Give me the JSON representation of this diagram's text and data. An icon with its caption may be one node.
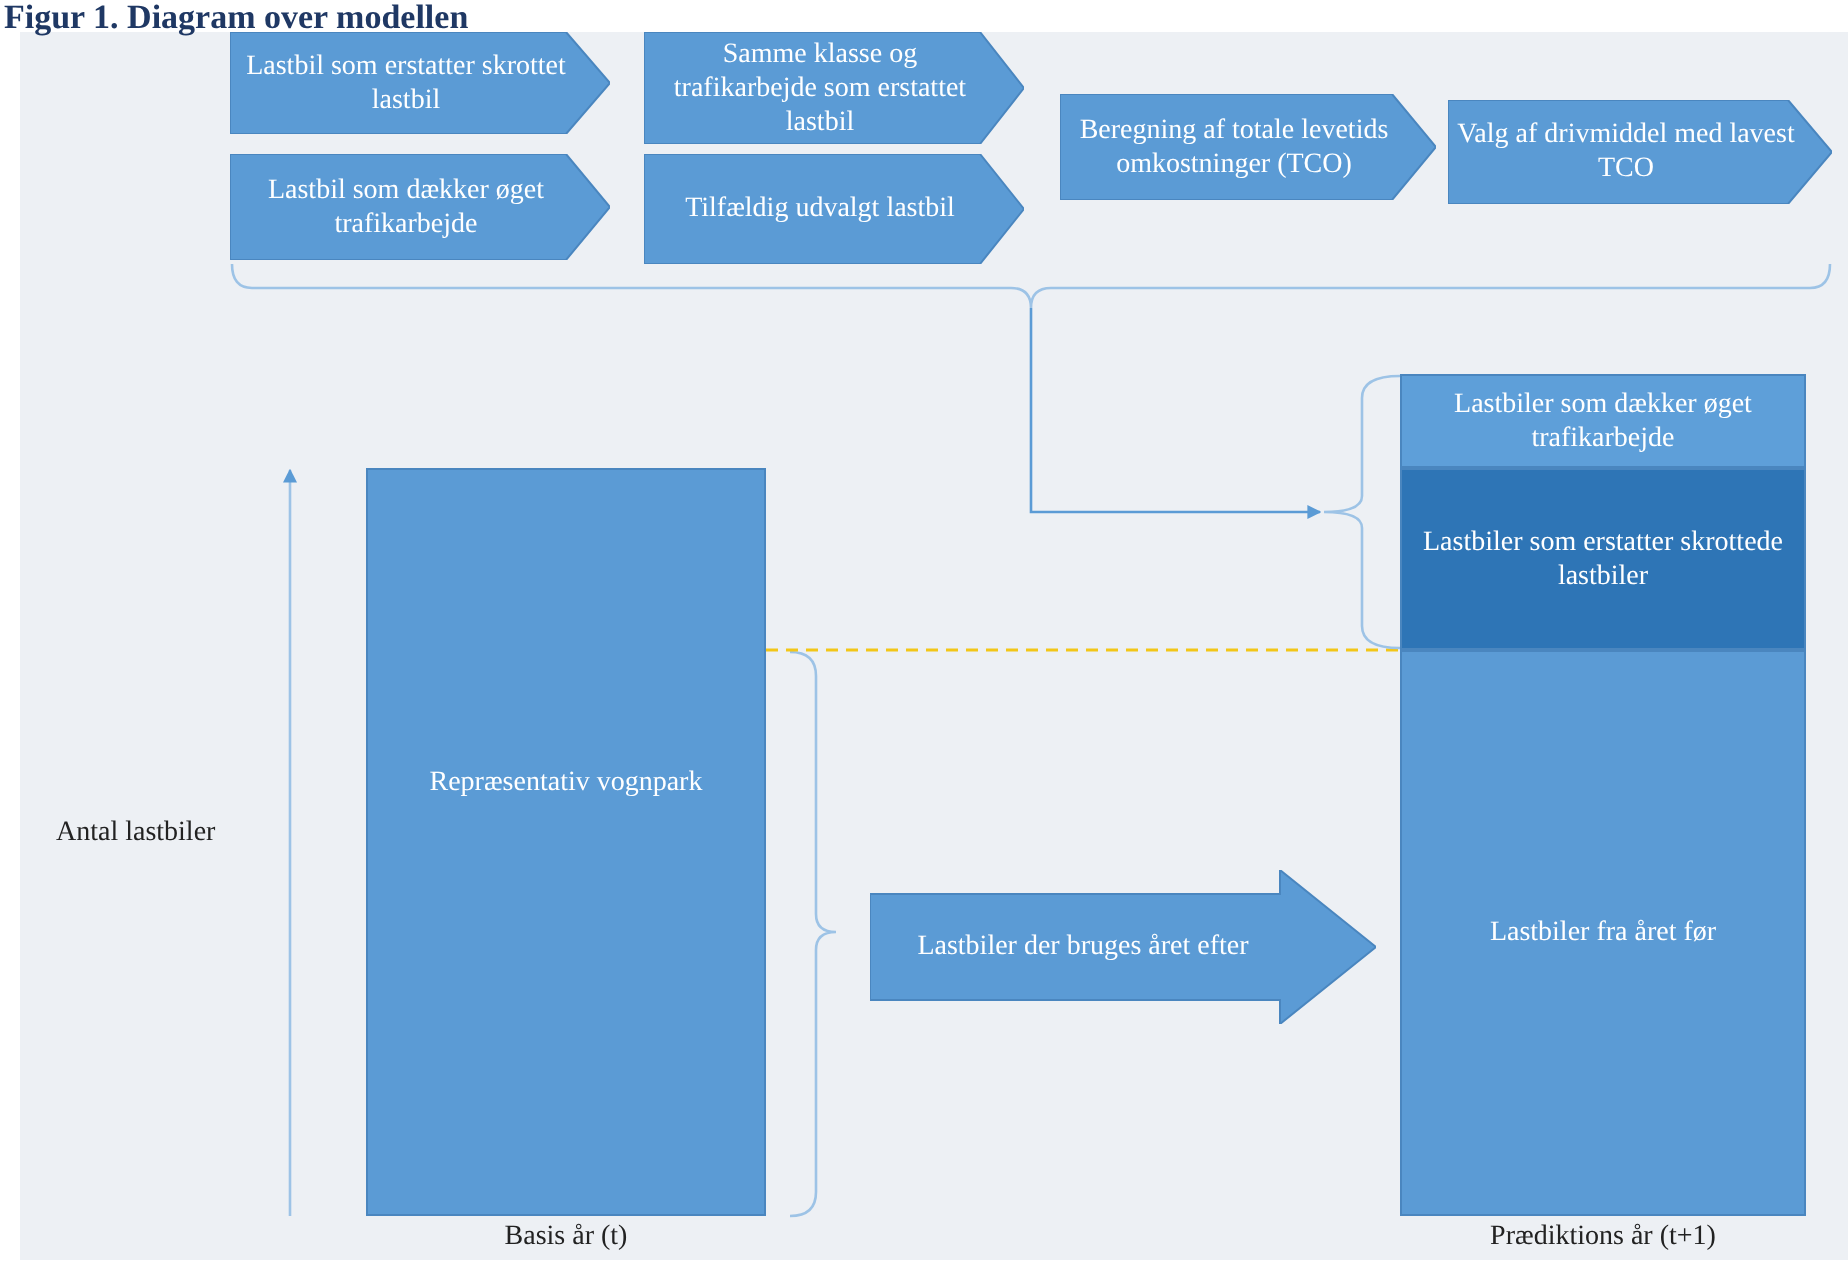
{
  "diagram": {
    "title": "Figur 1. Diagram over modellen",
    "nodes": [
      {
        "text": [
          "Lastbil som erstatter skrottet lastbil"
        ]
      },
      {
        "text": [
          "Lastbil som dækker øget trafikarbejde"
        ]
      },
      {
        "text": [
          "Samme klasse og trafikarbejde som erstattet lastbil"
        ]
      },
      {
        "text": [
          "Tilfældig udvalgt lastbil"
        ]
      },
      {
        "text": [
          "Beregning af totale levetids omkostninger (TCO)"
        ]
      },
      {
        "text": [
          "Valg af drivmiddel med lavest TCO"
        ]
      },
      {
        "text": [],
        "shape": "bracket"
      },
      {
        "text": [],
        "shape": "bracket"
      },
      {
        "text": [
          "Repræsentativ vognpark"
        ],
        "beside": [
          "Basis år (t)"
        ]
      },
      {
        "text": [
          "Lastbiler der bruges året efter"
        ]
      },
      {
        "text": [
          "Lastbiler som dækker øget trafikarbejde"
        ]
      },
      {
        "text": [
          "Lastbiler som erstatter skrottede lastbiler"
        ]
      },
      {
        "text": [
          "Lastbiler fra året før"
        ],
        "beside": [
          "Prædiktions år (t+1)"
        ]
      }
    ],
    "edges": [
      {
        "from": 6,
        "to": 7,
        "arrow": "to"
      }
    ],
    "labels": [
      "Antal lastbiler"
    ]
  }
}
